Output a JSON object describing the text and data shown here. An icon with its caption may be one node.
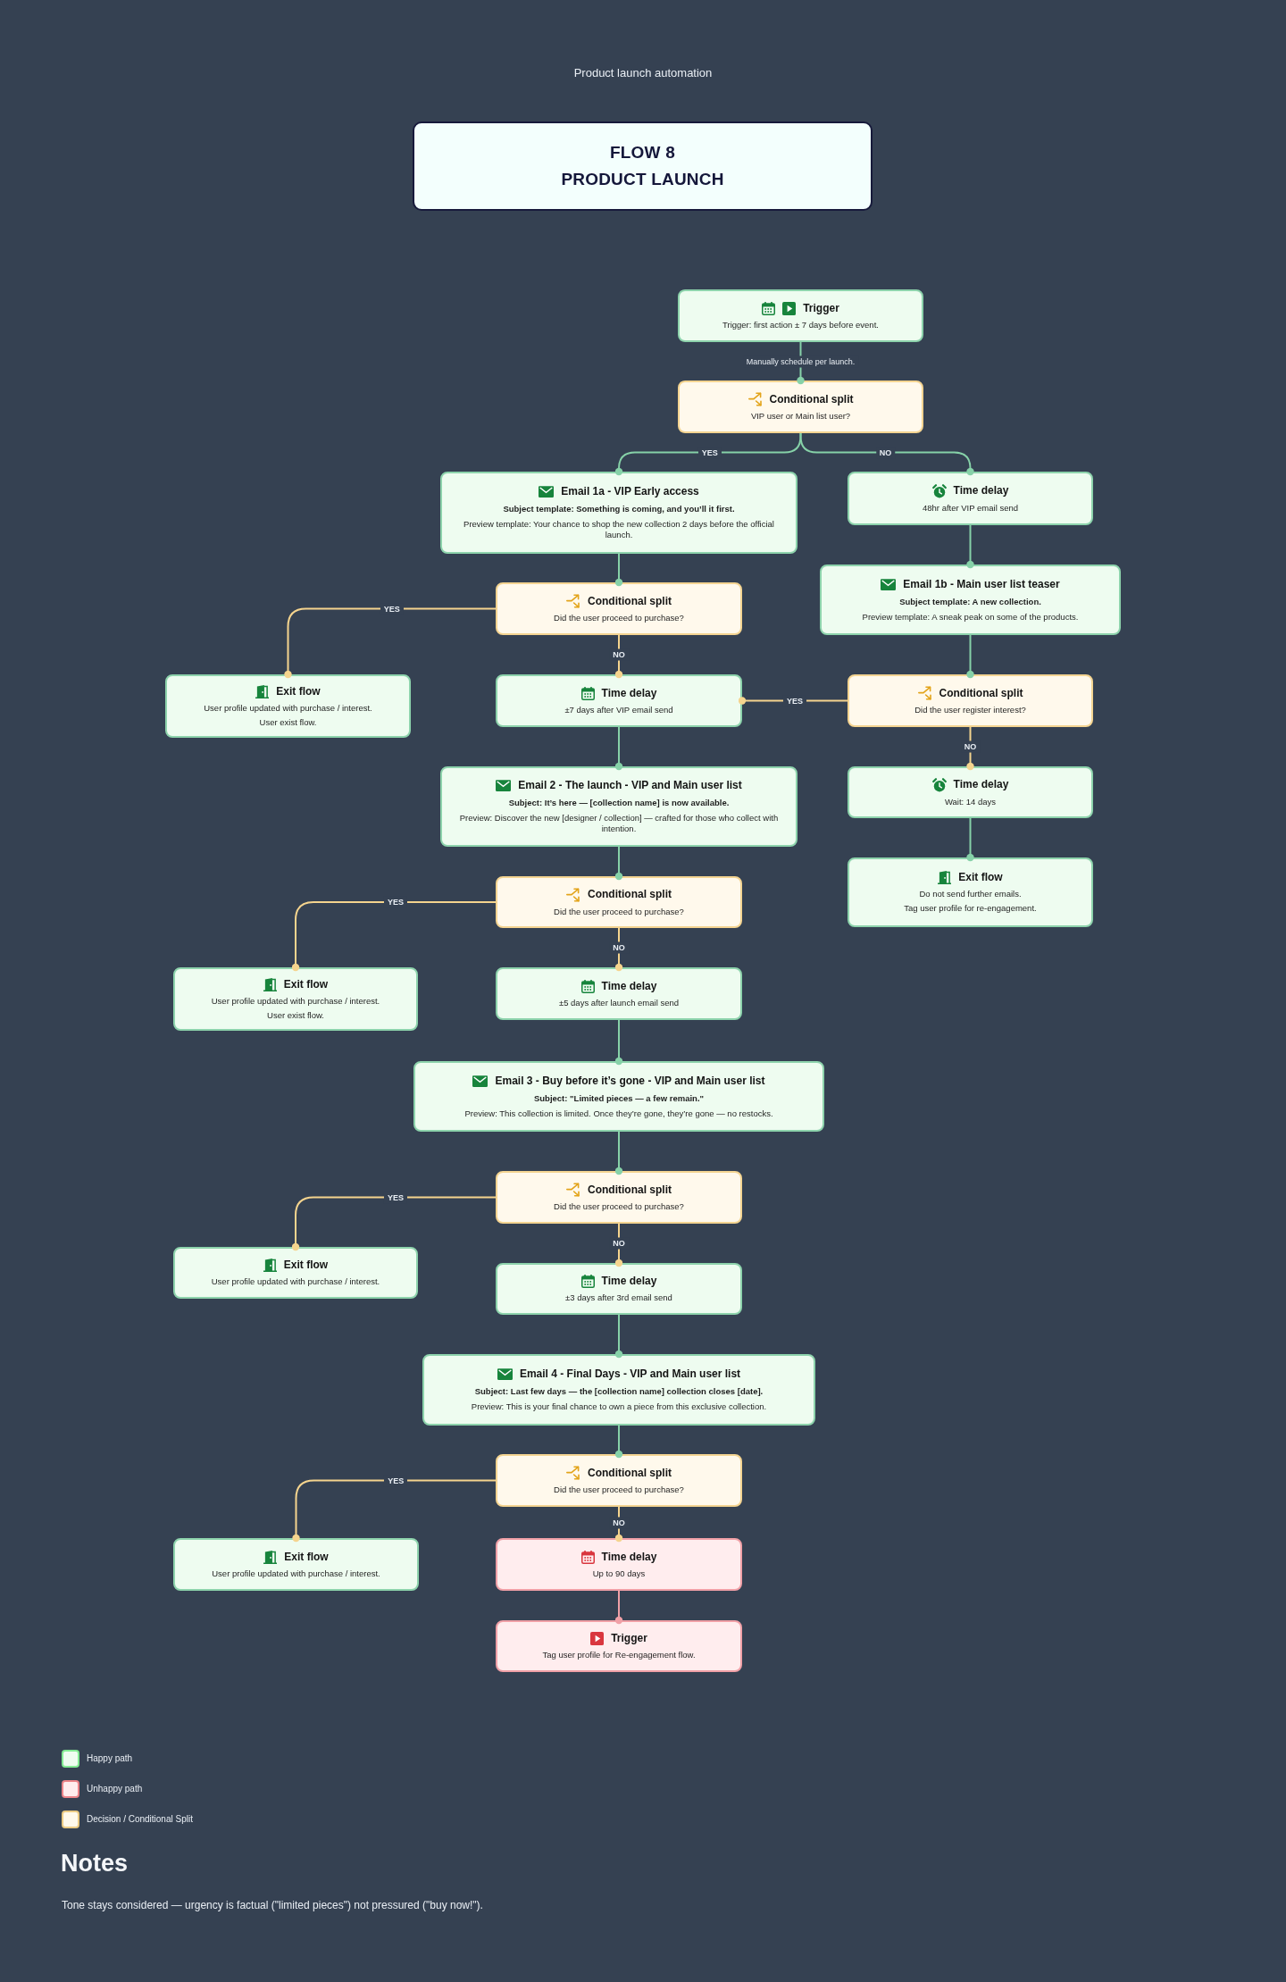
{
  "diagram": {
    "title": "Product launch automation",
    "nodes": [
      {
        "text": [
          "FLOW 8",
          "PRODUCT LAUNCH"
        ]
      },
      {
        "text": [
          "Trigger",
          "Trigger: first action ± 7 days before event."
        ]
      },
      {
        "text": [
          "Conditional split",
          "VIP user or Main list user?"
        ]
      },
      {
        "text": [
          "Email 1a - VIP Early access",
          "Subject template: Something is coming, and you’ll it first.",
          "Preview template: Your chance to shop the new collection 2 days before the official launch."
        ]
      },
      {
        "text": [
          "Time delay",
          "48hr after VIP email send"
        ]
      },
      {
        "text": [
          "Email 1b - Main user list teaser",
          "Subject template: A new collection.",
          "Preview template: A sneak peak on some of the products."
        ]
      },
      {
        "text": [
          "Conditional split",
          "Did the user proceed to purchase?"
        ]
      },
      {
        "text": [
          "Exit flow",
          "User profile updated with purchase / interest.",
          "User exist flow."
        ]
      },
      {
        "text": [
          "Time delay",
          "±7 days after VIP email send"
        ]
      },
      {
        "text": [
          "Conditional split",
          "Did the user register interest?"
        ]
      },
      {
        "text": [
          "Email 2 - The launch - VIP and Main user list",
          "Subject: It’s here — [collection name] is now available.",
          "Preview: Discover the new [designer / collection] — crafted for those who collect with intention."
        ]
      },
      {
        "text": [
          "Time delay",
          "Wait: 14 days"
        ]
      },
      {
        "text": [
          "Exit flow",
          "Do not send further emails.",
          "Tag user profile for re-engagement."
        ]
      },
      {
        "text": [
          "Conditional split",
          "Did the user proceed to purchase?"
        ]
      },
      {
        "text": [
          "Exit flow",
          "User profile updated with purchase / interest.",
          "User exist flow."
        ]
      },
      {
        "text": [
          "Time delay",
          "±5 days after launch email send"
        ]
      },
      {
        "text": [
          "Email 3 - Buy before it’s gone - VIP and Main user list",
          "Subject: \"Limited pieces — a few remain.\"",
          "Preview: This collection is limited. Once they’re gone, they’re gone — no restocks."
        ]
      },
      {
        "text": [
          "Conditional split",
          "Did the user proceed to purchase?"
        ]
      },
      {
        "text": [
          "Exit flow",
          "User profile updated with purchase / interest."
        ]
      },
      {
        "text": [
          "Time delay",
          "±3 days after 3rd email send"
        ]
      },
      {
        "text": [
          "Email 4 - Final Days - VIP and Main user list",
          "Subject: Last few days — the [collection name] collection closes [date].",
          "Preview: This is your final chance to own a piece from this exclusive collection."
        ]
      },
      {
        "text": [
          "Conditional split",
          "Did the user proceed to purchase?"
        ]
      },
      {
        "text": [
          "Exit flow",
          "User profile updated with purchase / interest."
        ]
      },
      {
        "text": [
          "Time delay",
          "Up to 90 days"
        ]
      },
      {
        "text": [
          "Trigger",
          "Tag user profile for Re-engagement flow."
        ]
      }
    ],
    "edges": [
      {
        "from": 1,
        "to": 2,
        "arrow": "other",
        "label": "Manually schedule per launch."
      },
      {
        "from": 2,
        "to": 3,
        "arrow": "other",
        "label": "YES"
      },
      {
        "from": 2,
        "to": 4,
        "arrow": "other",
        "label": "NO"
      },
      {
        "from": 3,
        "to": 6,
        "arrow": "other"
      },
      {
        "from": 4,
        "to": 5,
        "arrow": "other"
      },
      {
        "from": 6,
        "to": 7,
        "arrow": "other",
        "label": "YES",
        "color": "#f5d48e"
      },
      {
        "from": 6,
        "to": 8,
        "arrow": "other",
        "label": "NO",
        "color": "#f5d48e"
      },
      {
        "from": 5,
        "to": 9,
        "arrow": "other"
      },
      {
        "from": 9,
        "to": 8,
        "arrow": "other",
        "label": "YES",
        "color": "#f5d48e"
      },
      {
        "from": 9,
        "to": 11,
        "arrow": "other",
        "label": "NO",
        "color": "#f5d48e"
      },
      {
        "from": 8,
        "to": 10,
        "arrow": "other"
      },
      {
        "from": 11,
        "to": 12,
        "arrow": "other"
      },
      {
        "from": 10,
        "to": 13,
        "arrow": "other"
      },
      {
        "from": 13,
        "to": 14,
        "arrow": "other",
        "label": "YES",
        "color": "#f5d48e"
      },
      {
        "from": 13,
        "to": 15,
        "arrow": "other",
        "label": "NO",
        "color": "#f5d48e"
      },
      {
        "from": 15,
        "to": 16,
        "arrow": "other"
      },
      {
        "from": 16,
        "to": 17,
        "arrow": "other"
      },
      {
        "from": 17,
        "to": 18,
        "arrow": "other",
        "label": "YES",
        "color": "#f5d48e"
      },
      {
        "from": 17,
        "to": 19,
        "arrow": "other",
        "label": "NO",
        "color": "#f5d48e"
      },
      {
        "from": 19,
        "to": 20,
        "arrow": "other"
      },
      {
        "from": 20,
        "to": 21,
        "arrow": "other"
      },
      {
        "from": 21,
        "to": 22,
        "arrow": "other",
        "label": "YES",
        "color": "#f5d48e"
      },
      {
        "from": 21,
        "to": 23,
        "arrow": "other",
        "label": "NO",
        "color": "#f5d48e"
      },
      {
        "from": 23,
        "to": 24,
        "arrow": "other",
        "color": "#f0a0a7"
      }
    ],
    "labels": [
      "Notes",
      "Tone stays considered — urgency is factual (\"limited pieces\") not pressured (\"buy now!\")."
    ],
    "legend": [
      {
        "text": "Happy path",
        "color": "#eefcf0"
      },
      {
        "text": "Unhappy path",
        "color": "#ffedee"
      },
      {
        "text": "Decision / Conditional Split",
        "color": "#fff9ec"
      }
    ]
  }
}
